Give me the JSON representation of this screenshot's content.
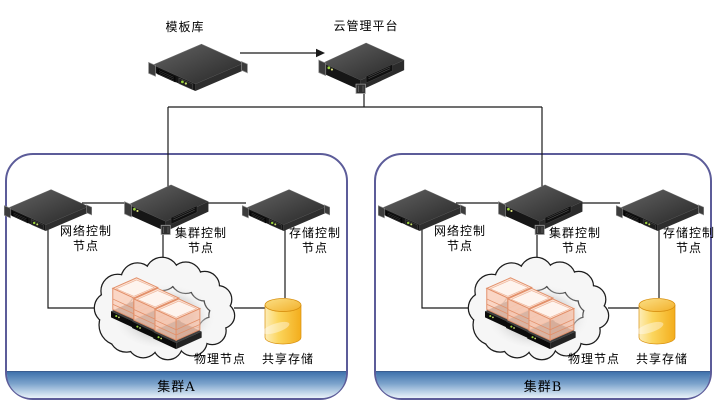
{
  "top_nodes": {
    "template_library": {
      "label": "模板库"
    },
    "cloud_platform": {
      "label": "云管理平台"
    }
  },
  "clusters": [
    {
      "name_label": "集群A",
      "network_node": {
        "label_line1": "网络控制",
        "label_line2": "节点"
      },
      "cluster_node": {
        "label_line1": "集群控制",
        "label_line2": "节点"
      },
      "storage_node": {
        "label_line1": "存储控制",
        "label_line2": "节点"
      },
      "physical_nodes": {
        "label": "物理节点"
      },
      "shared_storage": {
        "label": "共享存储"
      }
    },
    {
      "name_label": "集群B",
      "network_node": {
        "label_line1": "网络控制",
        "label_line2": "节点"
      },
      "cluster_node": {
        "label_line1": "集群控制",
        "label_line2": "节点"
      },
      "storage_node": {
        "label_line1": "存储控制",
        "label_line2": "节点"
      },
      "physical_nodes": {
        "label": "物理节点"
      },
      "shared_storage": {
        "label": "共享存储"
      }
    }
  ],
  "colors": {
    "cluster_border": "#5c5c99",
    "bar_gradient_top": "#3f72ac",
    "bar_gradient_bottom": "#e9f2f9",
    "connector_line": "#1a1a1a",
    "storage_cylinder_yellow": "#f3ad1c",
    "crate_orange": "#e28f69",
    "server_dark": "#2a2a2a",
    "led_green": "#9ad23c"
  }
}
